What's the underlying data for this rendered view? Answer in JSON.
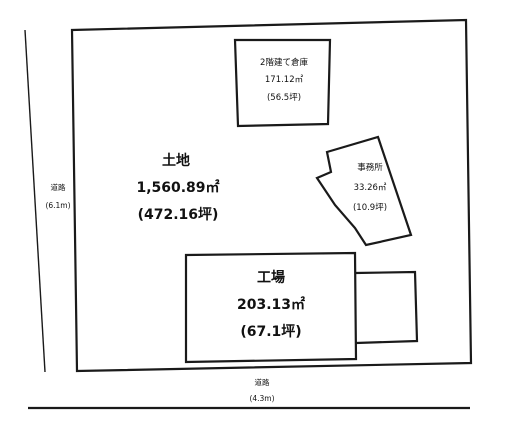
{
  "diagram": {
    "land": {
      "name": "土地",
      "area": "1,560.89㎡",
      "tsubo": "(472.16坪)"
    },
    "warehouse": {
      "name": "2階建て倉庫",
      "area": "171.12㎡",
      "tsubo": "(56.5坪)"
    },
    "office": {
      "name": "事務所",
      "area": "33.26㎡",
      "tsubo": "(10.9坪)"
    },
    "factory": {
      "name": "工場",
      "area": "203.13㎡",
      "tsubo": "(67.1坪)"
    },
    "road_west": {
      "name": "道路",
      "width": "(6.1m)"
    },
    "road_south": {
      "name": "道路",
      "width": "(4.3m)"
    }
  }
}
